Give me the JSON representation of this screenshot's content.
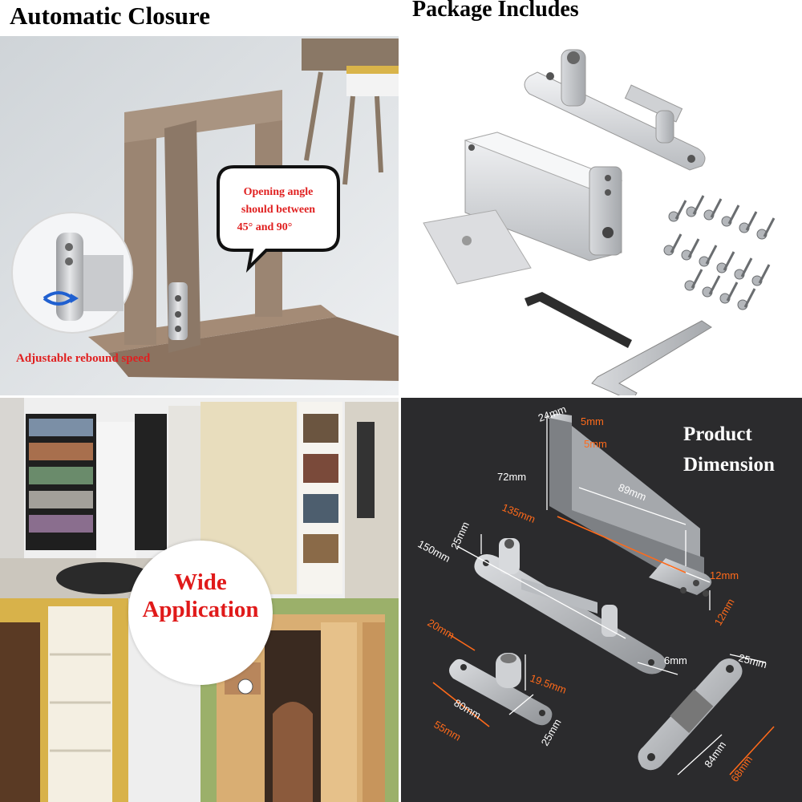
{
  "panels": {
    "automatic_closure": {
      "title": "Automatic Closure",
      "bubble_text": [
        "Opening angle",
        "should between",
        "45° and 90°"
      ],
      "caption": "Adjustable rebound speed",
      "colors": {
        "bubble_text": "#e02020",
        "caption": "#e02020",
        "wood": "#8f7a67"
      }
    },
    "package_includes": {
      "title": "Package Includes"
    },
    "wide_application": {
      "title_lines": [
        "Wide",
        "Application"
      ],
      "colors": {
        "title": "#e01a1a"
      }
    },
    "product_dimension": {
      "title_lines": [
        "Product",
        "Dimension"
      ],
      "colors": {
        "label": "#ffffff",
        "accent": "#ff6a1a",
        "background": "#2b2b2d"
      },
      "labels": {
        "d24": "24mm",
        "d5a": "5mm",
        "d5b": "5mm",
        "d72": "72mm",
        "d89": "89mm",
        "d135": "135mm",
        "d150": "150mm",
        "d25a": "25mm",
        "d12a": "12mm",
        "d12b": "12mm",
        "d6": "6mm",
        "d20": "20mm",
        "d19_5": "19.5mm",
        "d80": "80mm",
        "d55": "55mm",
        "d25b": "25mm",
        "d25c": "25mm",
        "d84": "84mm",
        "d68": "68mm"
      }
    }
  }
}
